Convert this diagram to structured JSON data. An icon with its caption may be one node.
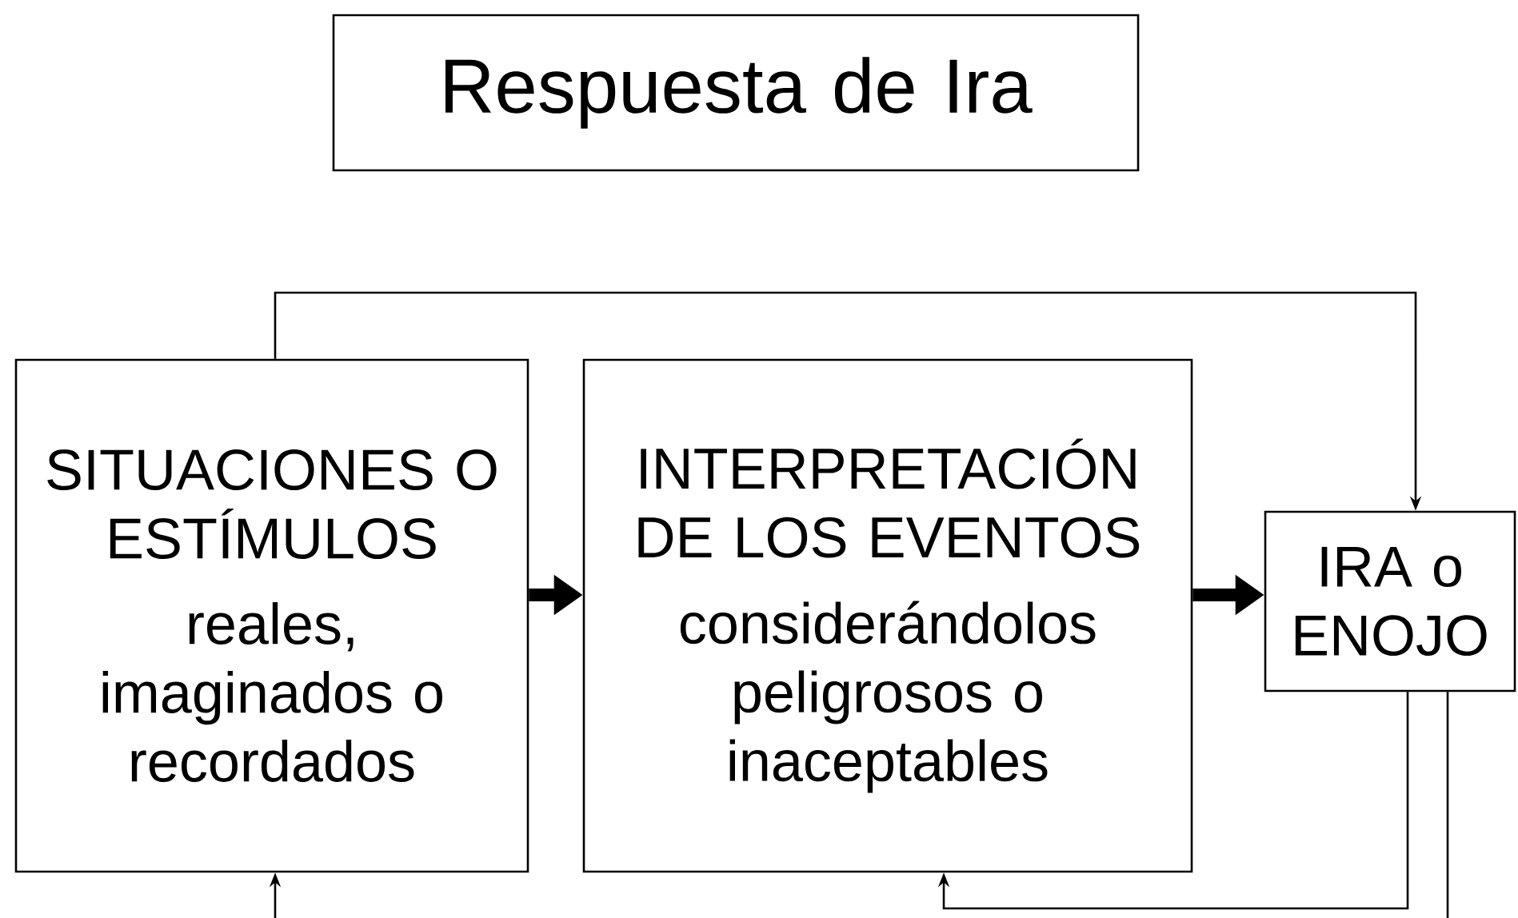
{
  "diagram": {
    "nodes": [
      {
        "text": [
          "Respuesta de Ira"
        ]
      },
      {
        "text": [
          "SITUACIONES O ESTÍMULOS",
          "reales, imaginados o recordados"
        ]
      },
      {
        "text": [
          "INTERPRETACIÓN DE LOS EVENTOS",
          "considerándolos peligrosos o inaceptables"
        ]
      },
      {
        "text": [
          "IRA o ENOJO"
        ]
      }
    ],
    "edges": [
      {
        "from": 1,
        "to": 2,
        "arrow": "to",
        "style": "thick"
      },
      {
        "from": 2,
        "to": 3,
        "arrow": "to",
        "style": "thick"
      },
      {
        "from": 1,
        "to": 3,
        "arrow": "to"
      },
      {
        "from": 3,
        "to": 2,
        "arrow": "to"
      },
      {
        "from": null,
        "to": 1,
        "arrow": "to"
      },
      {
        "from": 3,
        "to": null,
        "arrow": "none"
      }
    ]
  }
}
